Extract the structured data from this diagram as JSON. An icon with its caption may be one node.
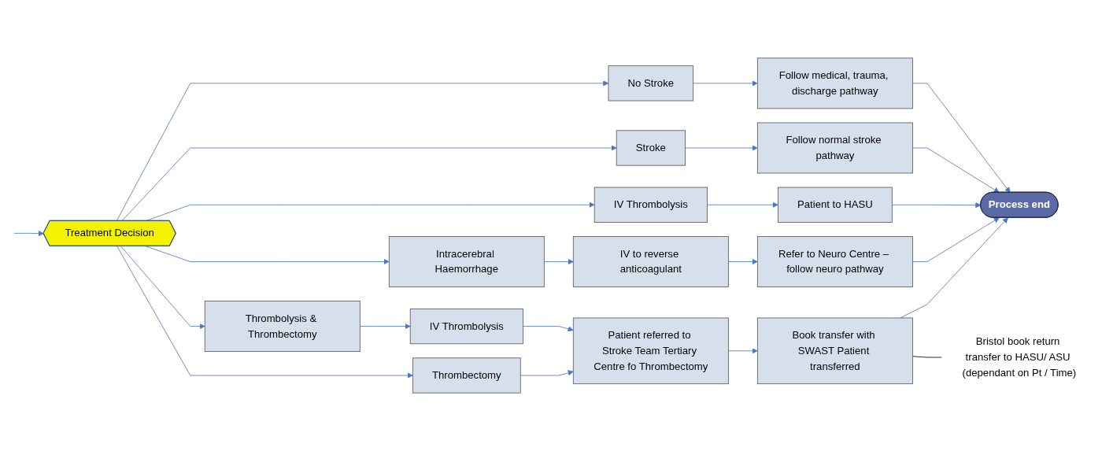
{
  "diagram": {
    "nodes": [
      {
        "text": [
          "Treatment Decision"
        ]
      },
      {
        "text": [
          "No Stroke"
        ]
      },
      {
        "text": [
          "Stroke"
        ]
      },
      {
        "text": [
          "IV Thrombolysis"
        ]
      },
      {
        "text": [
          "Intracerebral Haemorrhage"
        ]
      },
      {
        "text": [
          "Thrombolysis & Thrombectomy"
        ]
      },
      {
        "text": [
          "Thrombectomy"
        ]
      },
      {
        "text": [
          "Follow medical, trauma, discharge pathway"
        ]
      },
      {
        "text": [
          "Follow normal stroke pathway"
        ]
      },
      {
        "text": [
          "Patient to HASU"
        ]
      },
      {
        "text": [
          "IV to reverse anticoagulant"
        ]
      },
      {
        "text": [
          "Refer to Neuro Centre – follow neuro pathway"
        ]
      },
      {
        "text": [
          "IV Thrombolysis"
        ]
      },
      {
        "text": [
          "Patient referred to Stroke Team Tertiary Centre fo Thrombectomy"
        ]
      },
      {
        "text": [
          "Book transfer with SWAST Patient transferred"
        ]
      },
      {
        "text": [
          "Process end"
        ]
      },
      {
        "text": [
          "Bristol book return transfer to HASU/ ASU (dependant on Pt / Time)"
        ]
      }
    ],
    "edges": [
      {
        "from": null,
        "to": 0,
        "arrow": "to"
      },
      {
        "from": 0,
        "to": 1,
        "arrow": "to"
      },
      {
        "from": 0,
        "to": 2,
        "arrow": "to"
      },
      {
        "from": 0,
        "to": 3,
        "arrow": "to"
      },
      {
        "from": 0,
        "to": 4,
        "arrow": "to"
      },
      {
        "from": 0,
        "to": 5,
        "arrow": "to"
      },
      {
        "from": 0,
        "to": 6,
        "arrow": "to"
      },
      {
        "from": 1,
        "to": 7,
        "arrow": "to"
      },
      {
        "from": 2,
        "to": 8,
        "arrow": "to"
      },
      {
        "from": 3,
        "to": 9,
        "arrow": "to"
      },
      {
        "from": 4,
        "to": 10,
        "arrow": "to"
      },
      {
        "from": 10,
        "to": 11,
        "arrow": "to"
      },
      {
        "from": 5,
        "to": 12,
        "arrow": "to"
      },
      {
        "from": 12,
        "to": 13,
        "arrow": "to"
      },
      {
        "from": 6,
        "to": 13,
        "arrow": "to"
      },
      {
        "from": 13,
        "to": 14,
        "arrow": "to"
      },
      {
        "from": 7,
        "to": 15,
        "arrow": "to"
      },
      {
        "from": 8,
        "to": 15,
        "arrow": "to"
      },
      {
        "from": 9,
        "to": 15,
        "arrow": "to"
      },
      {
        "from": 11,
        "to": 15,
        "arrow": "to"
      },
      {
        "from": 14,
        "to": 15,
        "arrow": "to"
      },
      {
        "from": 14,
        "to": 16,
        "arrow": "none",
        "color": "#000000"
      }
    ]
  }
}
